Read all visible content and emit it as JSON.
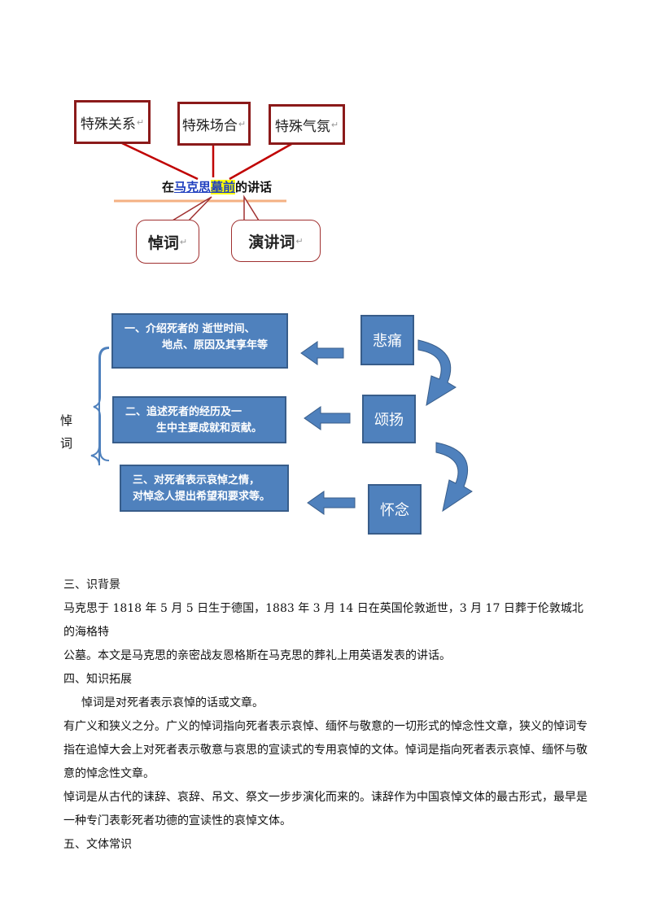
{
  "diagram1": {
    "box_relation": "特殊关系",
    "box_occasion": "特殊场合",
    "box_atmosphere": "特殊气氛",
    "speech_prefix": "在",
    "speech_link": "马克思",
    "speech_hl": "墓前",
    "speech_suffix": "的讲话",
    "callout_eulogy": "悼词",
    "callout_speech": "演讲词",
    "para_mark": "↵"
  },
  "diagram2": {
    "left_label_1": "悼",
    "left_label_2": "词",
    "item1_line1": "一、介绍死者的  逝世时间、",
    "item1_line2": "地点、原因及其享年等",
    "item2_line1": "二、追述死者的经历及一",
    "item2_line2": "生中主要成就和贡献。",
    "item3_line1": "三、对死者表示哀悼之情，",
    "item3_line2": "对悼念人提出希望和要求等。",
    "side1": "悲痛",
    "side2": "颂扬",
    "side3": "怀念",
    "colors": {
      "box_fill": "#4f81bd",
      "box_border": "#385d8a",
      "bracket": "#4f81bd"
    }
  },
  "text": {
    "h3": "三、识背景",
    "p1_line1": "马克思于 1818 年 5 月 5 日生于德国，1883 年 3 月 14 日在英国伦敦逝世，3 月 17 日葬于伦敦城北的海格特",
    "p1_line2": "公墓。本文是马克思的亲密战友恩格斯在马克思的葬礼上用英语发表的讲话。",
    "h4": "四、知识拓展",
    "p2": "悼词是对死者表示哀悼的话或文章。",
    "p3_line1": "有广义和狭义之分。广义的悼词指向死者表示哀悼、缅怀与敬意的一切形式的悼念性文章，狭义的悼词专",
    "p3_line2": "指在追悼大会上对死者表示敬意与哀思的宣读式的专用哀悼的文体。悼词是指向死者表示哀悼、缅怀与敬",
    "p3_line3": "意的悼念性文章。",
    "p4_line1": "悼词是从古代的诔辞、哀辞、吊文、祭文一步步演化而来的。诔辞作为中国哀悼文体的最古形式，最早是",
    "p4_line2": "一种专门表彰死者功德的宣读性的哀悼文体。",
    "h5": "五、文体常识"
  }
}
